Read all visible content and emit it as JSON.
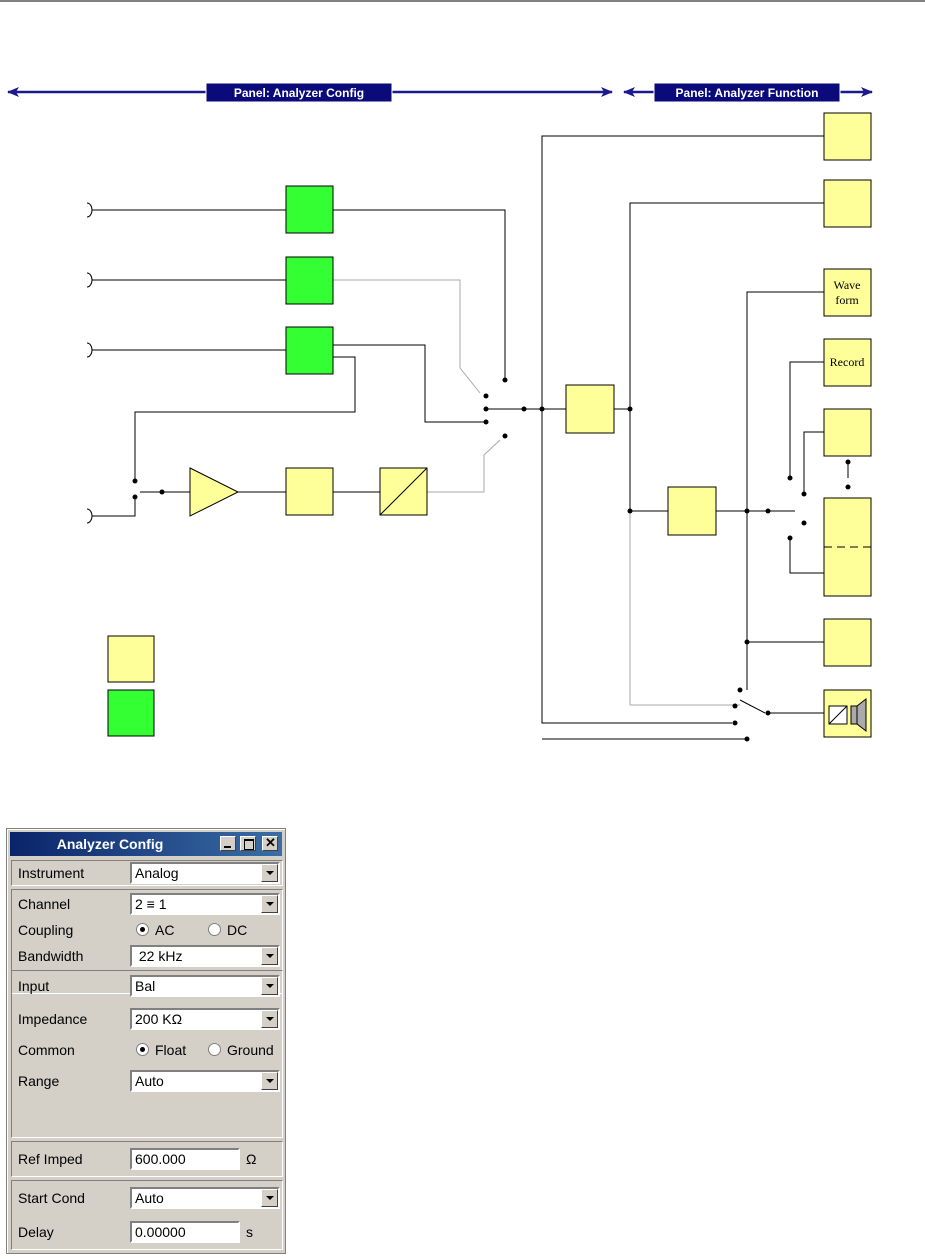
{
  "header": {
    "config_label": "Panel: Analyzer Config",
    "function_label": "Panel: Analyzer Function"
  },
  "blocks": {
    "waveform_line1": "Wave",
    "waveform_line2": "form",
    "record": "Record"
  },
  "colors": {
    "arrow": "#1a1a8a",
    "header_bg": "#0a0a7a",
    "yellow_block": "#ffff99",
    "green_block": "#33ff33"
  },
  "panel": {
    "title": "Analyzer Config",
    "rows": [
      {
        "label": "Instrument",
        "value": "Analog"
      },
      {
        "label": "Channel",
        "value": "2 ≡ 1"
      },
      {
        "label": "Coupling",
        "option1": "AC",
        "option2": "DC",
        "selected": "AC"
      },
      {
        "label": "Bandwidth",
        "value": " 22 kHz"
      },
      {
        "label": "Input",
        "value": "Bal"
      },
      {
        "label": "Impedance",
        "value": "200 KΩ"
      },
      {
        "label": "Common",
        "option1": "Float",
        "option2": "Ground",
        "selected": "Float"
      },
      {
        "label": "Range",
        "value": "Auto"
      },
      {
        "label": "Ref Imped",
        "value": "600.000",
        "unit": "Ω"
      },
      {
        "label": "Start Cond",
        "value": "Auto"
      },
      {
        "label": "Delay",
        "value": "0.00000",
        "unit": "s"
      }
    ]
  }
}
